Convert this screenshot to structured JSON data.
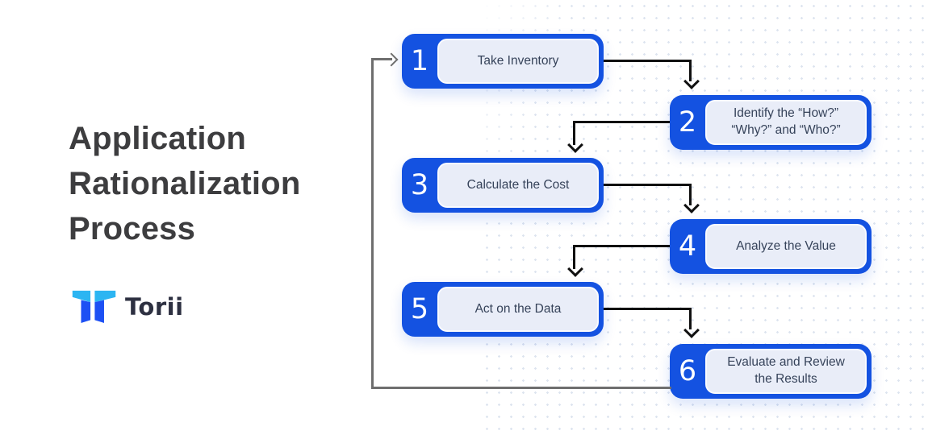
{
  "title": {
    "full": "Application Rationalization Process",
    "lines": [
      "Application",
      "Rationalization",
      "Process"
    ]
  },
  "logo": {
    "brand": "Torii",
    "icon": "torii-gate-icon"
  },
  "steps": [
    {
      "number": "1",
      "label": "Take Inventory"
    },
    {
      "number": "2",
      "label": "Identify the “How?” “Why?” and “Who?”"
    },
    {
      "number": "3",
      "label": "Calculate the Cost"
    },
    {
      "number": "4",
      "label": "Analyze the Value"
    },
    {
      "number": "5",
      "label": "Act on the Data"
    },
    {
      "number": "6",
      "label": "Evaluate and Review the Results"
    }
  ],
  "flow": {
    "forward_connections": [
      "1→2",
      "2→3",
      "3→4",
      "4→5",
      "5→6"
    ],
    "feedback_loop": "6→1"
  },
  "colors": {
    "step_blue": "#1452e1",
    "step_inner_bg": "#e9edf8",
    "step_text": "#36435a",
    "arrow_black": "#101010",
    "loop_gray": "#6e6e6e",
    "title_text": "#3d3d3f",
    "logo_light_blue": "#2cb5f2",
    "logo_dark_blue": "#1d50f4",
    "dot_color": "#c7d3e6"
  }
}
